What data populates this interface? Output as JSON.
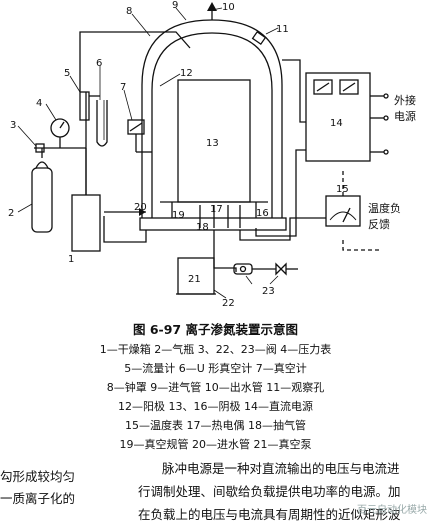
{
  "figure": {
    "component_numbers": [
      "1",
      "2",
      "3",
      "4",
      "5",
      "6",
      "7",
      "8",
      "9",
      "10",
      "11",
      "12",
      "13",
      "14",
      "15",
      "16",
      "17",
      "18",
      "19",
      "20",
      "21",
      "22",
      "23"
    ],
    "external_power_label": [
      "外接",
      "电源"
    ],
    "feedback_label": [
      "温度负",
      "反馈"
    ]
  },
  "caption": {
    "title": "图 6-97   离子渗氮装置示意图",
    "legend_lines": [
      "1—干燥箱  2—气瓶  3、22、23—阀  4—压力表",
      "5—流量计  6—U 形真空计  7—真空计",
      "8—钟罩  9—进气管  10—出水管  11—观察孔",
      "12—阳极  13、16—阴极  14—直流电源",
      "15—温度表  17—热电偶  18—抽气管",
      "19—真空规管  20—进水管  21—真空泵"
    ]
  },
  "body_text": {
    "left_lines": [
      "勾形成较均匀",
      "一质离子化的"
    ],
    "right_lines": [
      "脉冲电源是一种对直流输出的电压与电流进",
      "行调制处理、间歇给负载提供电功率的电源。加",
      "在负载上的电压与电流具有周期性的近似矩形波"
    ]
  },
  "watermark": "百元自动化模块"
}
